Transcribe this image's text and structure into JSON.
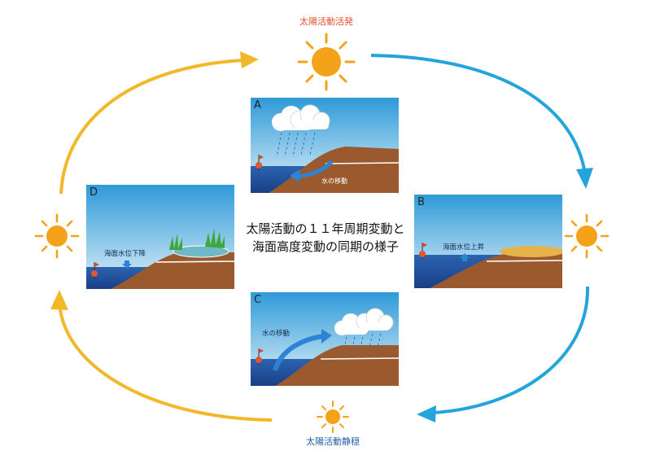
{
  "colors": {
    "cycle_yellow": "#f2b82a",
    "cycle_blue": "#24a4dc",
    "sun": "#f5a21b",
    "sun_active_label": "#e8502f",
    "sun_quiet_label": "#1d5fa8",
    "sea": "#1f4e9a",
    "land": "#9b5a2e",
    "sky_top": "#2f9ad8",
    "sky_bottom": "#d8eef8"
  },
  "suns": {
    "active_label": "太陽活動活発",
    "quiet_label": "太陽活動静穏"
  },
  "center": {
    "line1": "太陽活動の１１年周期変動と",
    "line2": "海面高度変動の同期の様子"
  },
  "panels": {
    "A": {
      "letter": "A",
      "label": "水の移動"
    },
    "B": {
      "letter": "B",
      "label": "海面水位上昇"
    },
    "C": {
      "letter": "C",
      "label": "水の移動"
    },
    "D": {
      "letter": "D",
      "label": "海面水位下降"
    }
  }
}
